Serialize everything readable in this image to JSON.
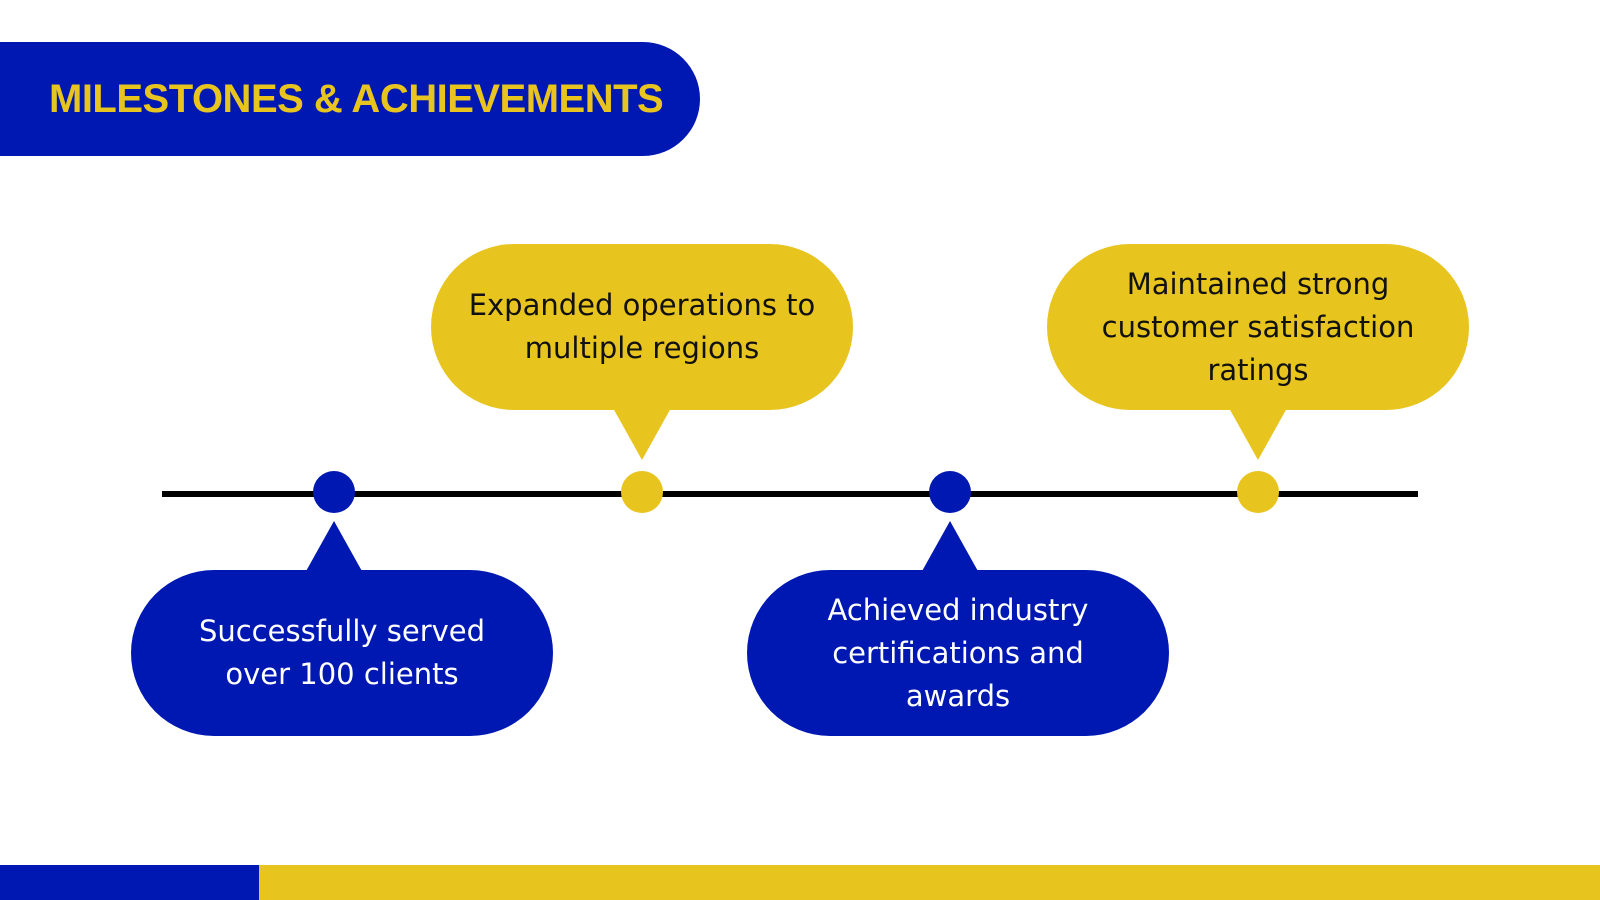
{
  "title": "MILESTONES & ACHIEVEMENTS",
  "colors": {
    "primary_blue": "#0018b2",
    "accent_yellow": "#e8c41f",
    "timeline_line": "#000000"
  },
  "milestones": [
    {
      "text": "Successfully served over 100 clients",
      "color": "blue",
      "position": "below"
    },
    {
      "text": "Expanded operations to multiple regions",
      "color": "yellow",
      "position": "above"
    },
    {
      "text": "Achieved industry certifications and awards",
      "color": "blue",
      "position": "below"
    },
    {
      "text": "Maintained strong customer satisfaction ratings",
      "color": "yellow",
      "position": "above"
    }
  ]
}
